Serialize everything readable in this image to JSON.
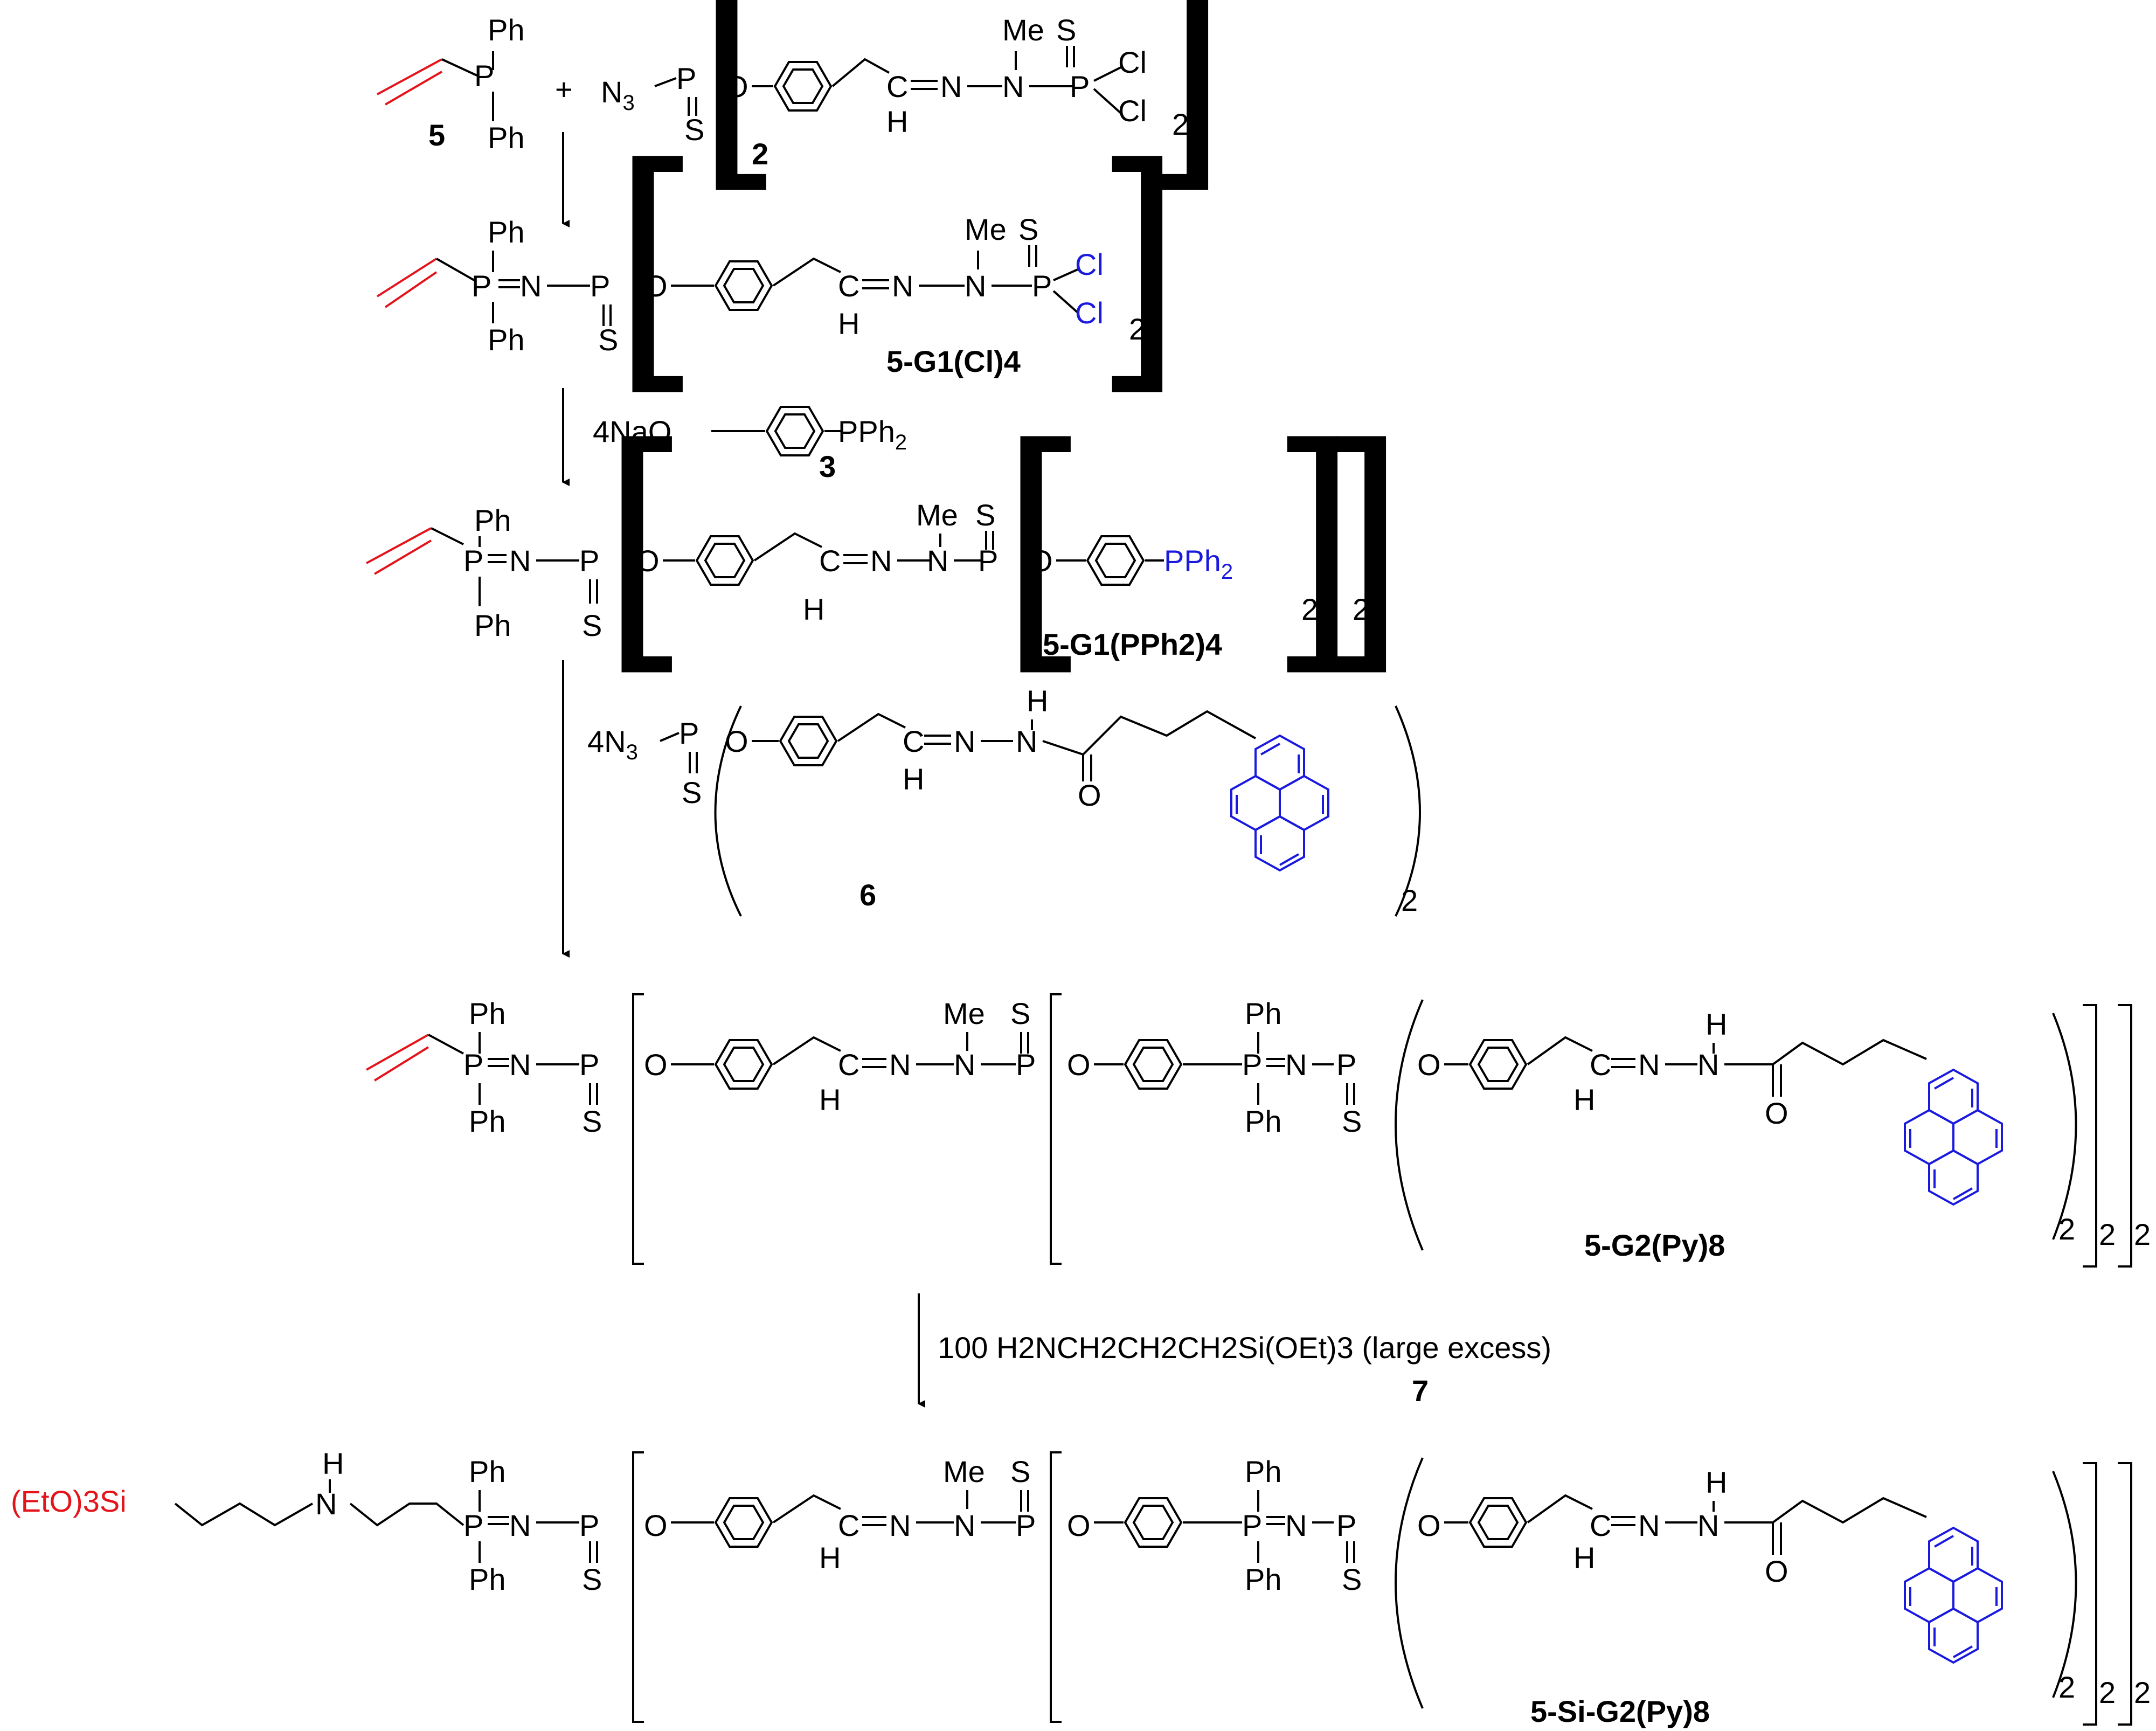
{
  "groups": {
    "ph": "Ph",
    "p": "P",
    "n": "N",
    "s": "S",
    "o": "O",
    "c": "C",
    "h": "H",
    "cl": "Cl",
    "me": "Me",
    "plus": "+",
    "two": "2",
    "nh": "H"
  },
  "reagents": {
    "azide_n": "N",
    "azide_sub": "3",
    "naop": "4NaO",
    "pph": "PPh",
    "pph_sub": "2",
    "four_n": "4N",
    "four_n_sub": "3",
    "amine_reagent": "100 H2NCH2CH2CH2Si(OEt)3 (large excess)",
    "etosi": "(EtO)3Si"
  },
  "compounds": {
    "c5": "5",
    "c2": "2",
    "c3": "3",
    "c6": "6",
    "c7": "7",
    "g1cl": "5-G1(Cl)4",
    "g1pph": "5-G1(PPh2)4",
    "g2py": "5-G2(Py)8",
    "sig2py": "5-Si-G2(Py)8"
  },
  "colors": {
    "vinyl": "#e4141b",
    "terminal_group": "#1a1adf",
    "bonds": "#000000"
  }
}
